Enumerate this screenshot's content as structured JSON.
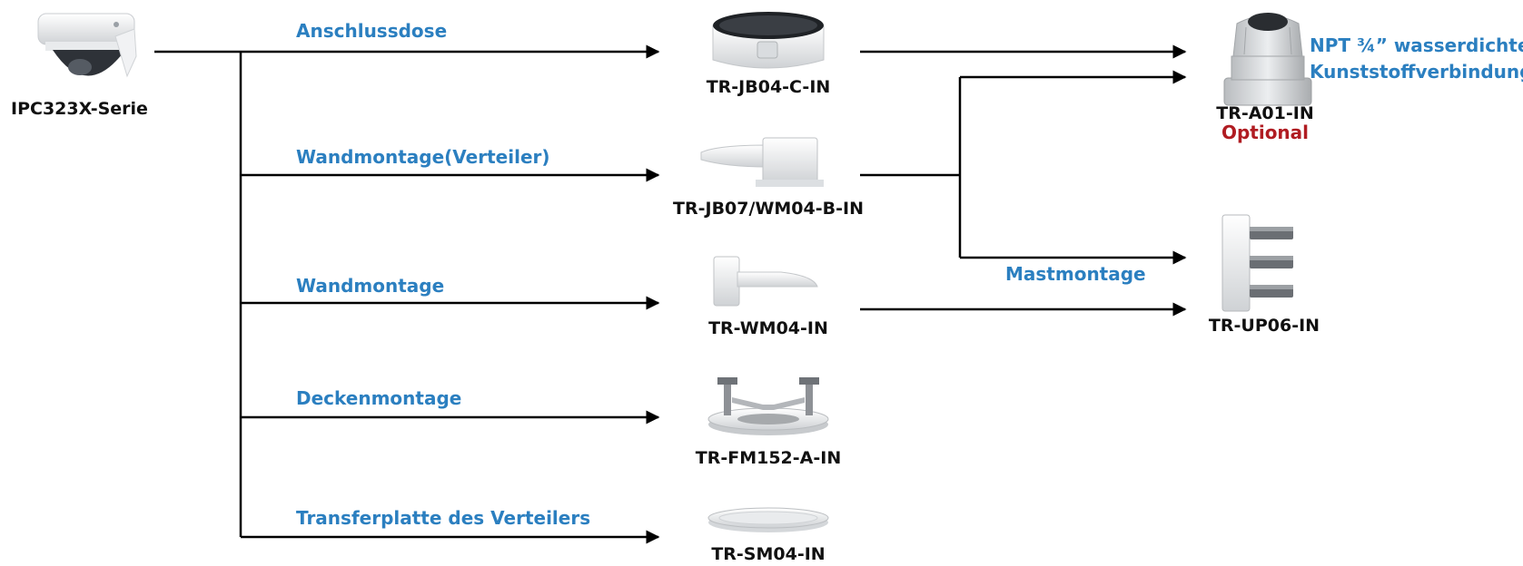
{
  "source": {
    "name": "IPC323X-Serie"
  },
  "mounts": [
    {
      "label": "Anschlussdose",
      "product": "TR-JB04-C-IN"
    },
    {
      "label": "Wandmontage(Verteiler)",
      "product": "TR-JB07/WM04-B-IN"
    },
    {
      "label": "Wandmontage",
      "product": "TR-WM04-IN"
    },
    {
      "label": "Deckenmontage",
      "product": "TR-FM152-A-IN"
    },
    {
      "label": "Transferplatte des Verteilers",
      "product": "TR-SM04-IN"
    }
  ],
  "accessories": {
    "connector": {
      "product": "TR-A01-IN",
      "note": "Optional",
      "description_line1": "NPT ¾” wasserdichte",
      "description_line2": "Kunststoffverbindung"
    },
    "pole": {
      "label": "Mastmontage",
      "product": "TR-UP06-IN"
    }
  },
  "colors": {
    "label_blue": "#2b7fc0",
    "optional_red": "#b01c22",
    "lines": "#000000"
  }
}
